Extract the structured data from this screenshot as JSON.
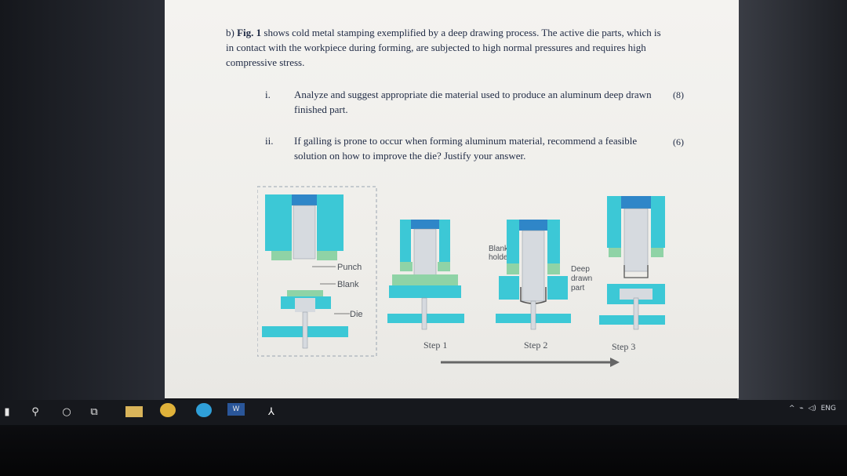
{
  "question": {
    "label": "b)",
    "intro_bold": "Fig. 1",
    "intro": "shows cold metal stamping exemplified by a deep drawing process. The active die parts, which is in contact with the workpiece during forming, are subjected to high normal pressures and requires high compressive stress.",
    "parts": [
      {
        "num": "i.",
        "text": "Analyze and suggest appropriate die material used to produce an aluminum deep drawn finished part.",
        "marks": "(8)"
      },
      {
        "num": "ii.",
        "text": "If galling is prone to occur when forming aluminum material, recommend a feasible solution on how to improve the die? Justify your answer.",
        "marks": "(6)"
      }
    ]
  },
  "figure": {
    "labels": {
      "punch": "Punch",
      "blank": "Blank",
      "die": "Die",
      "blank_holder_1": "Blank",
      "blank_holder_2": "holder",
      "deep_1": "Deep",
      "deep_2": "drawn",
      "deep_3": "part"
    },
    "steps": [
      "Step 1",
      "Step 2",
      "Step 3"
    ],
    "colors": {
      "cyan": "#3cc8d6",
      "blue": "#2f86c8",
      "green": "#8fd3a6",
      "steel": "#d6dadf"
    }
  },
  "taskbar": {
    "tray_text": "ENG",
    "icons": [
      "windows-icon",
      "search-icon",
      "cortana-icon",
      "task-view-icon",
      "file-explorer-icon",
      "chrome-icon",
      "edge-icon",
      "word-icon",
      "acrobat-icon"
    ]
  }
}
